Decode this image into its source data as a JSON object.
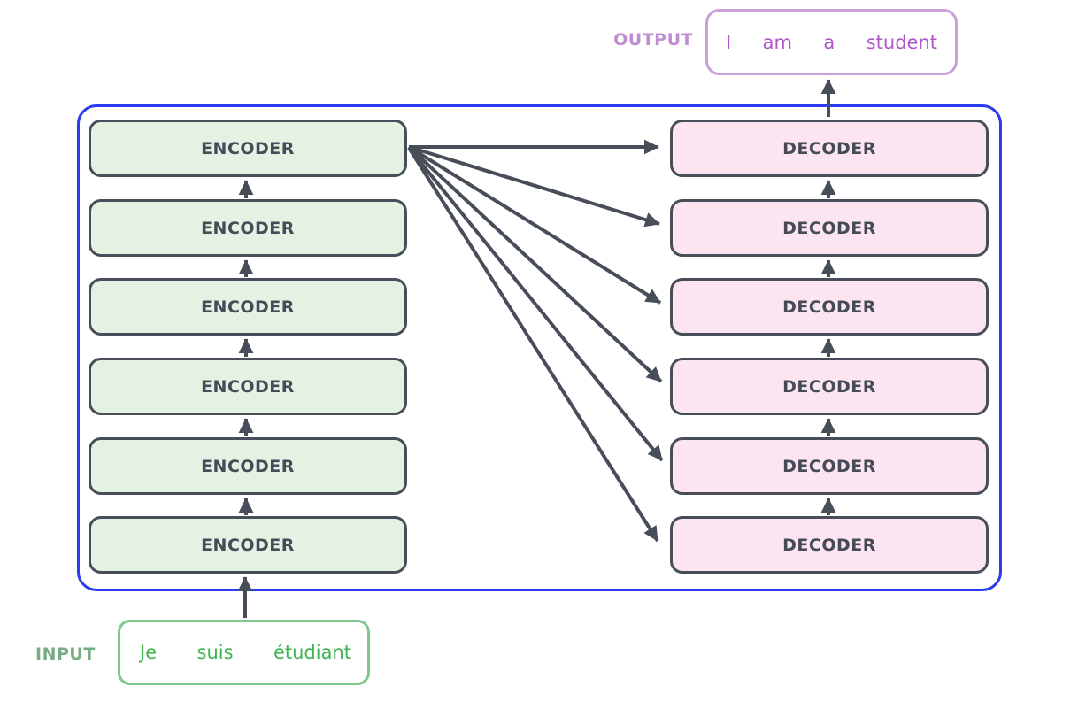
{
  "diagram": {
    "title_hint": "encoder-decoder stack diagram",
    "stack": {
      "encoders": [
        "ENCODER",
        "ENCODER",
        "ENCODER",
        "ENCODER",
        "ENCODER",
        "ENCODER"
      ],
      "decoders": [
        "DECODER",
        "DECODER",
        "DECODER",
        "DECODER",
        "DECODER",
        "DECODER"
      ]
    },
    "input": {
      "label": "INPUT",
      "words": [
        "Je",
        "suis",
        "étudiant"
      ]
    },
    "output": {
      "label": "OUTPUT",
      "words": [
        "I",
        "am",
        "a",
        "student"
      ]
    },
    "colors": {
      "container_border": "#2a3bf0",
      "encoder_fill": "#e3f2e2",
      "decoder_fill": "#fde4f1",
      "block_border": "#484e59",
      "block_text": "#454b57",
      "arrow": "#484e59",
      "output_box_border": "#c9a0d9",
      "output_text": "#b257c9",
      "output_label": "#c08ed0",
      "input_box_border": "#7dc891",
      "input_text": "#3db44e",
      "input_label": "#76ac84"
    }
  }
}
